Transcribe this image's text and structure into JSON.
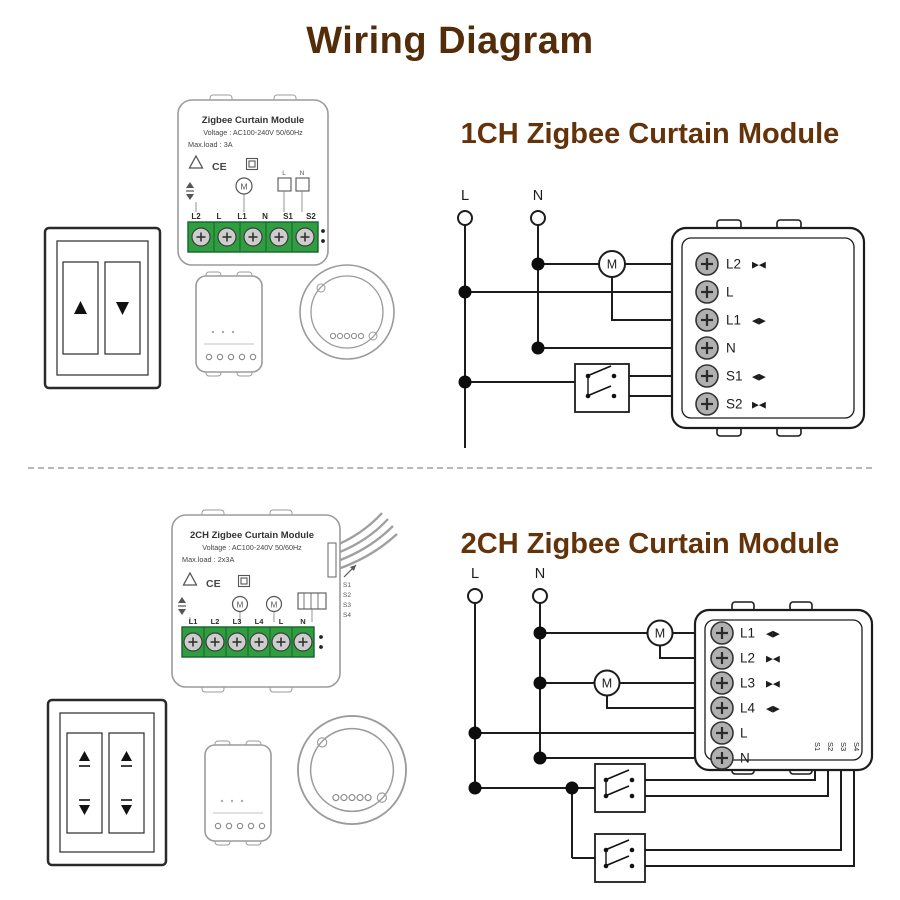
{
  "page": {
    "title": "Wiring Diagram"
  },
  "colors": {
    "heading": "#643309",
    "title": "#532c0a",
    "terminal_block_green": "#2f9e41"
  },
  "s1": {
    "heading": "1CH Zigbee Curtain Module",
    "product": {
      "title": "Zigbee Curtain Module",
      "voltage": "Voltage : AC100-240V 50/60Hz",
      "max_load": "Max.load : 3A",
      "ce": "CE",
      "m": "M",
      "l": "L",
      "n": "N",
      "terminals": [
        "L2",
        "L",
        "L1",
        "N",
        "S1",
        "S2"
      ]
    },
    "sch": {
      "l": "L",
      "n": "N",
      "m": "M",
      "terminals": [
        {
          "label": "L2",
          "sym": "▶◀"
        },
        {
          "label": "L",
          "sym": ""
        },
        {
          "label": "L1",
          "sym": "◀▶"
        },
        {
          "label": "N",
          "sym": ""
        },
        {
          "label": "S1",
          "sym": "◀▶"
        },
        {
          "label": "S2",
          "sym": "▶◀"
        }
      ]
    }
  },
  "s2": {
    "heading": "2CH Zigbee Curtain Module",
    "product": {
      "title": "2CH Zigbee Curtain Module",
      "voltage": "Voltage : AC100-240V 50/60Hz",
      "max_load": "Max.load : 2x3A",
      "ce": "CE",
      "m1": "M",
      "m2": "M",
      "wire_labels": [
        "S1",
        "S2",
        "S3",
        "S4"
      ],
      "terminals": [
        "L1",
        "L2",
        "L3",
        "L4",
        "L",
        "N"
      ]
    },
    "sch": {
      "l": "L",
      "n": "N",
      "m1": "M",
      "m2": "M",
      "pigtails": [
        "S1",
        "S2",
        "S3",
        "S4"
      ],
      "terminals": [
        {
          "label": "L1",
          "sym": "◀▶"
        },
        {
          "label": "L2",
          "sym": "▶◀"
        },
        {
          "label": "L3",
          "sym": "▶◀"
        },
        {
          "label": "L4",
          "sym": "◀▶"
        },
        {
          "label": "L",
          "sym": ""
        },
        {
          "label": "N",
          "sym": ""
        }
      ]
    }
  }
}
